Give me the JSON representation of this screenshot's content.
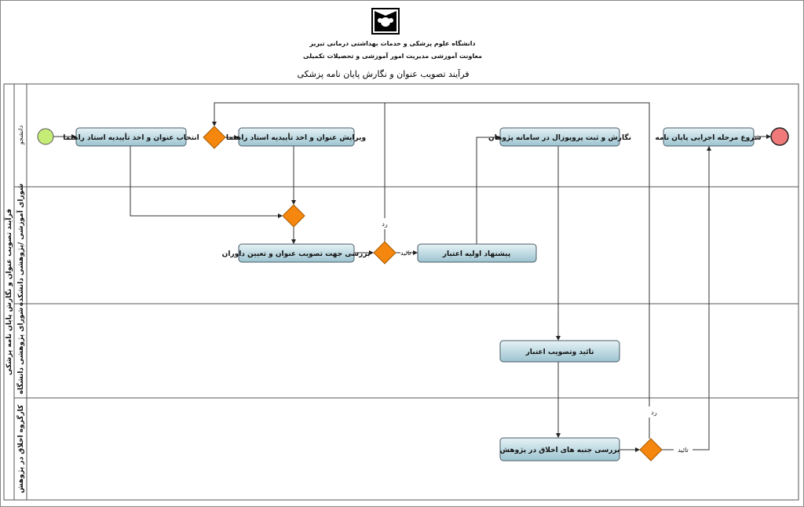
{
  "header": {
    "university": "دانشگاه علوم پزشکی و خدمات بهداشتی درمانی تبریز",
    "deputy": "معاونت آموزشی مدیریت امور آموزشی و تحصیلات تکمیلی",
    "title": "فرآیند تصویب عنوان و نگارش پایان نامه پزشکی"
  },
  "pool_title": "فرآیند تصویب عنوان و نگارش پایان نامه پزشکی",
  "lanes": [
    "دانشجو",
    "شورای آموزشی /پژوهشی دانشکده",
    "شورای پژوهشی دانشگاه",
    "کارگروه اخلاق در پژوهش"
  ],
  "activities": {
    "a1": "انتخاب عنوان و اخذ تأییدیه استاد راهنما",
    "a2": "ویرایش عنوان و اخذ تأییدیه استاد راهنما",
    "a3": "نگارش و ثبت پروپوزال در سامانه پژوهان",
    "a4": "شروع مرحله اجرایی پایان نامه",
    "a5": "بررسی جهت تصویب عنوان و تعیین داوران",
    "a6": "پیشنهاد اولیه اعتبار",
    "a7": "تائید وتصویب اعتبار",
    "a8": "بررسی جنبه های اخلاق در پژوهش"
  },
  "edge_labels": {
    "reject1": "رد",
    "approve1": "تائید",
    "reject2": "رد",
    "approve2": "تائید"
  },
  "colors": {
    "start": "#c6ec78",
    "end": "#f07a7a",
    "decision": "#f5870f"
  }
}
